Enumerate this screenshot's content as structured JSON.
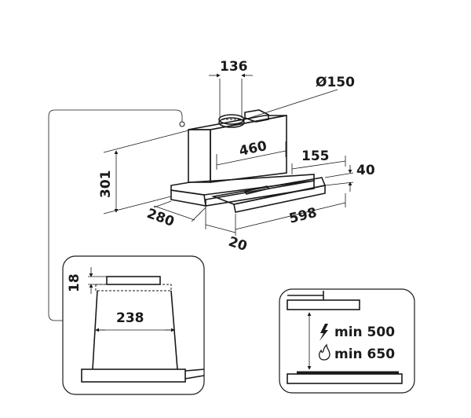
{
  "main_view": {
    "dim_outlet_offset": "136",
    "dim_outlet_diameter": "Ø150",
    "dim_height": "301",
    "dim_body_width": "460",
    "dim_front_width": "155",
    "dim_front_height": "40",
    "dim_depth": "280",
    "dim_overall_width": "598",
    "dim_front_offset": "20"
  },
  "section_view": {
    "dim_top": "18",
    "dim_width": "238"
  },
  "clearance_view": {
    "electric_label": "min 500",
    "gas_label": "min 650",
    "electric_icon": "lightning-icon",
    "gas_icon": "flame-icon"
  }
}
